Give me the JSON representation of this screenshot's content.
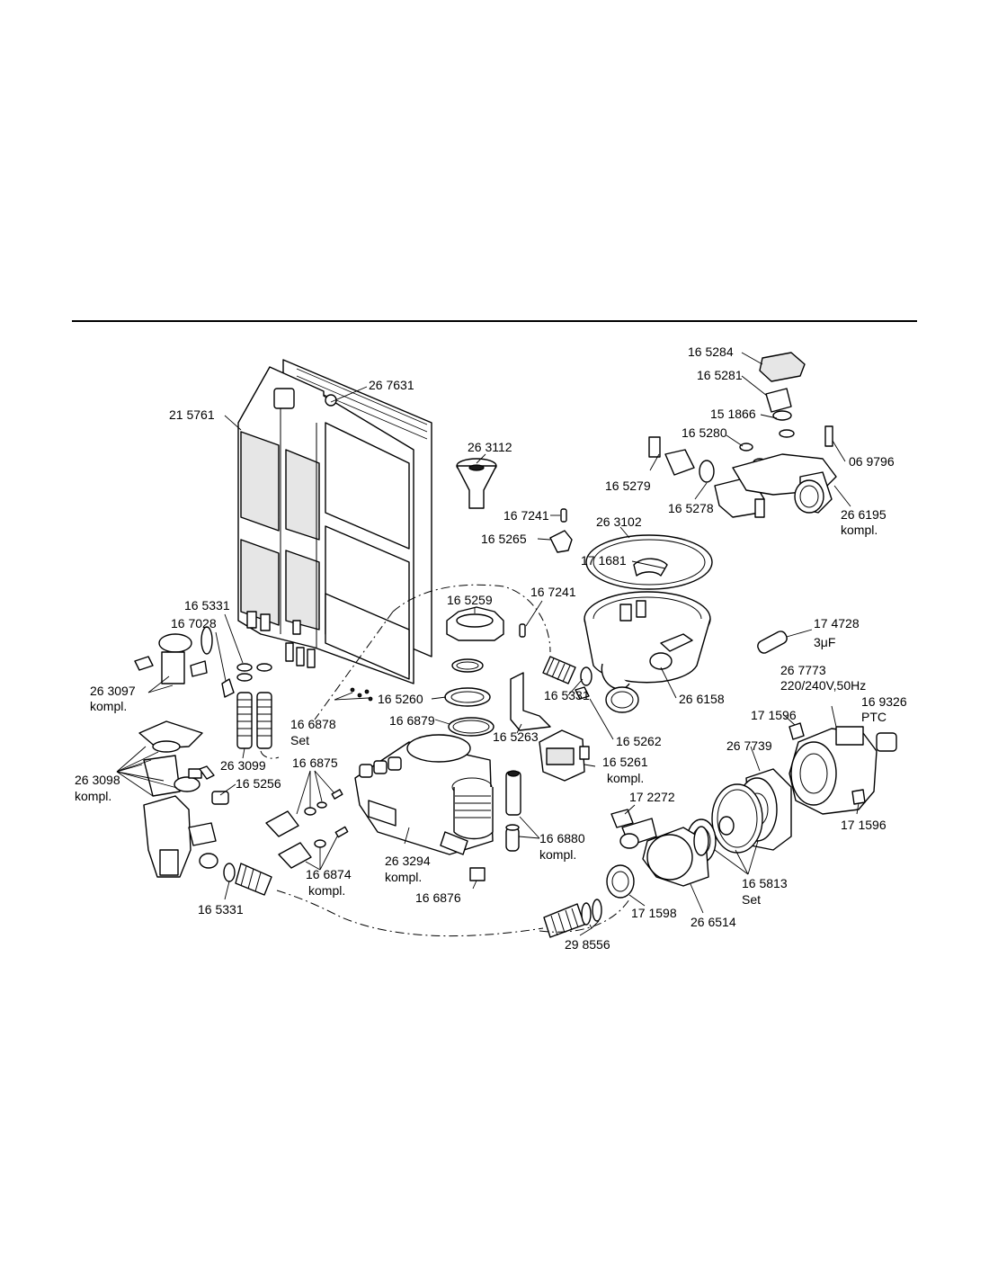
{
  "diagram": {
    "labels": [
      {
        "id": "l1",
        "text": "16 5284"
      },
      {
        "id": "l2",
        "text": "16 5281"
      },
      {
        "id": "l3",
        "text": "15 1866"
      },
      {
        "id": "l4",
        "text": "16 5280"
      },
      {
        "id": "l5",
        "text": "06 9796"
      },
      {
        "id": "l6",
        "text": "16 5279"
      },
      {
        "id": "l7",
        "text": "16 5278"
      },
      {
        "id": "l8",
        "text": "26 6195"
      },
      {
        "id": "l9",
        "text": "kompl."
      },
      {
        "id": "l10",
        "text": "26 7631"
      },
      {
        "id": "l11",
        "text": "21 5761"
      },
      {
        "id": "l12",
        "text": "26 3112"
      },
      {
        "id": "l13",
        "text": "16 7241"
      },
      {
        "id": "l14",
        "text": "16 5265"
      },
      {
        "id": "l15",
        "text": "26 3102"
      },
      {
        "id": "l16",
        "text": "17 1681"
      },
      {
        "id": "l17",
        "text": "16 7241"
      },
      {
        "id": "l18",
        "text": "16 5259"
      },
      {
        "id": "l19",
        "text": "16 5331"
      },
      {
        "id": "l20",
        "text": "16 7028"
      },
      {
        "id": "l21",
        "text": "17 4728"
      },
      {
        "id": "l22",
        "text": "3μF"
      },
      {
        "id": "l23",
        "text": "26 7773"
      },
      {
        "id": "l24",
        "text": "220/240V,50Hz"
      },
      {
        "id": "l25",
        "text": "16 9326"
      },
      {
        "id": "l26",
        "text": "PTC"
      },
      {
        "id": "l27",
        "text": "26 3097"
      },
      {
        "id": "l28",
        "text": "kompl."
      },
      {
        "id": "l29",
        "text": "16 5260"
      },
      {
        "id": "l30",
        "text": "16 5331"
      },
      {
        "id": "l31",
        "text": "26 6158"
      },
      {
        "id": "l32",
        "text": "17 1596"
      },
      {
        "id": "l33",
        "text": "16 6878"
      },
      {
        "id": "l34",
        "text": "Set"
      },
      {
        "id": "l35",
        "text": "16 6879"
      },
      {
        "id": "l36",
        "text": "16 5262"
      },
      {
        "id": "l37",
        "text": "16 5263"
      },
      {
        "id": "l38",
        "text": "26 7739"
      },
      {
        "id": "l39",
        "text": "26 3099"
      },
      {
        "id": "l40",
        "text": "16 6875"
      },
      {
        "id": "l41",
        "text": "16 5261"
      },
      {
        "id": "l42",
        "text": "kompl."
      },
      {
        "id": "l43",
        "text": "26 3098"
      },
      {
        "id": "l44",
        "text": "kompl."
      },
      {
        "id": "l45",
        "text": "16 5256"
      },
      {
        "id": "l46",
        "text": "17 2272"
      },
      {
        "id": "l47",
        "text": "17 1596"
      },
      {
        "id": "l48",
        "text": "16 6880"
      },
      {
        "id": "l49",
        "text": "kompl."
      },
      {
        "id": "l50",
        "text": "26 3294"
      },
      {
        "id": "l51",
        "text": "kompl."
      },
      {
        "id": "l52",
        "text": "16 6874"
      },
      {
        "id": "l53",
        "text": "kompl."
      },
      {
        "id": "l54",
        "text": "16 5813"
      },
      {
        "id": "l55",
        "text": "Set"
      },
      {
        "id": "l56",
        "text": "16 6876"
      },
      {
        "id": "l57",
        "text": "16 5331"
      },
      {
        "id": "l58",
        "text": "17 1598"
      },
      {
        "id": "l59",
        "text": "26 6514"
      },
      {
        "id": "l60",
        "text": "29 8556"
      }
    ]
  }
}
